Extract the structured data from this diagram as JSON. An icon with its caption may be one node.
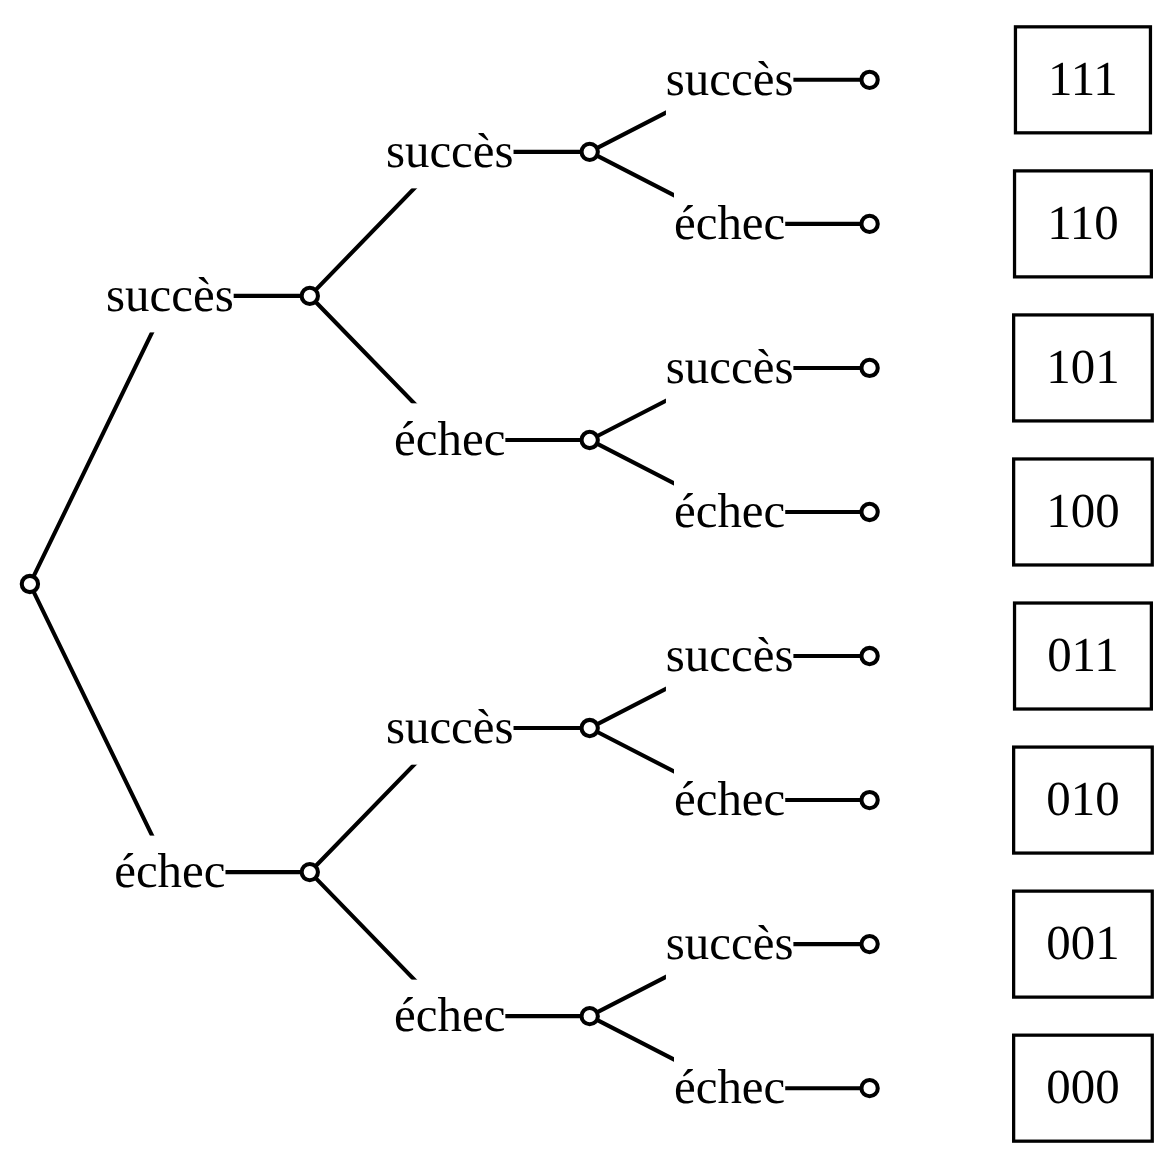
{
  "diagram": {
    "nodes": [
      {
        "text": [],
        "shape": "circle"
      },
      {
        "text": [],
        "shape": "circle"
      },
      {
        "text": [],
        "shape": "circle"
      },
      {
        "text": [],
        "shape": "circle"
      },
      {
        "text": [],
        "shape": "circle"
      },
      {
        "text": [],
        "shape": "circle"
      },
      {
        "text": [],
        "shape": "circle"
      },
      {
        "text": [],
        "shape": "circle"
      },
      {
        "text": [],
        "shape": "circle"
      },
      {
        "text": [],
        "shape": "circle"
      },
      {
        "text": [],
        "shape": "circle"
      },
      {
        "text": [],
        "shape": "circle"
      },
      {
        "text": [],
        "shape": "circle"
      },
      {
        "text": [],
        "shape": "circle"
      },
      {
        "text": [],
        "shape": "circle"
      },
      {
        "text": [
          "111"
        ]
      },
      {
        "text": [
          "110"
        ]
      },
      {
        "text": [
          "101"
        ]
      },
      {
        "text": [
          "100"
        ]
      },
      {
        "text": [
          "011"
        ]
      },
      {
        "text": [
          "010"
        ]
      },
      {
        "text": [
          "001"
        ]
      },
      {
        "text": [
          "000"
        ]
      }
    ],
    "edges": [
      {
        "from": 0,
        "to": 1,
        "arrow": "none",
        "label": "succès"
      },
      {
        "from": 0,
        "to": 2,
        "arrow": "none",
        "label": "échec"
      },
      {
        "from": 1,
        "to": 3,
        "arrow": "none",
        "label": "succès"
      },
      {
        "from": 1,
        "to": 4,
        "arrow": "none",
        "label": "échec"
      },
      {
        "from": 2,
        "to": 5,
        "arrow": "none",
        "label": "succès"
      },
      {
        "from": 2,
        "to": 6,
        "arrow": "none",
        "label": "échec"
      },
      {
        "from": 3,
        "to": 7,
        "arrow": "none",
        "label": "succès"
      },
      {
        "from": 3,
        "to": 8,
        "arrow": "none",
        "label": "échec"
      },
      {
        "from": 4,
        "to": 9,
        "arrow": "none",
        "label": "succès"
      },
      {
        "from": 4,
        "to": 10,
        "arrow": "none",
        "label": "échec"
      },
      {
        "from": 5,
        "to": 11,
        "arrow": "none",
        "label": "succès"
      },
      {
        "from": 5,
        "to": 12,
        "arrow": "none",
        "label": "échec"
      },
      {
        "from": 6,
        "to": 13,
        "arrow": "none",
        "label": "succès"
      },
      {
        "from": 6,
        "to": 14,
        "arrow": "none",
        "label": "échec"
      }
    ]
  }
}
